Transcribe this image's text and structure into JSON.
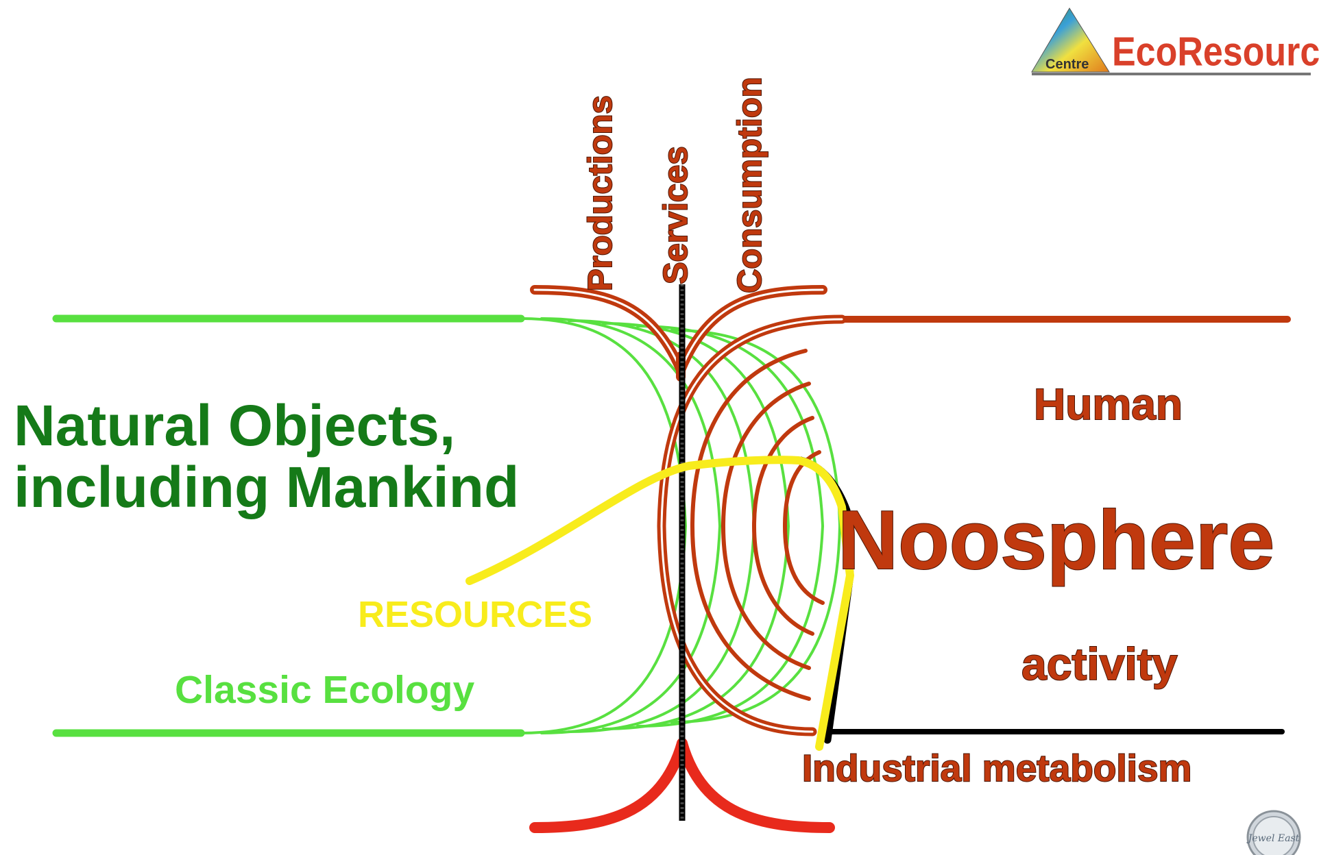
{
  "logo": {
    "centre": "Centre",
    "brand": "EcoResource"
  },
  "axes": {
    "productions": "Productions",
    "services": "Services",
    "consumption": "Consumption"
  },
  "left": {
    "line1": "Natural Objects,",
    "line2": "including Mankind",
    "resources": "RESOURCES",
    "classic": "Classic Ecology"
  },
  "right": {
    "human": "Human",
    "noosphere": "Noosphere",
    "activity": "activity",
    "industrial": "Industrial metabolism"
  },
  "badge": {
    "text": "Jewel East"
  },
  "colors": {
    "green": "#58e040",
    "dark_green": "#157a18",
    "brown": "#c0390e",
    "red": "#e82a1c",
    "yellow": "#f8ec1c",
    "black": "#000000"
  }
}
